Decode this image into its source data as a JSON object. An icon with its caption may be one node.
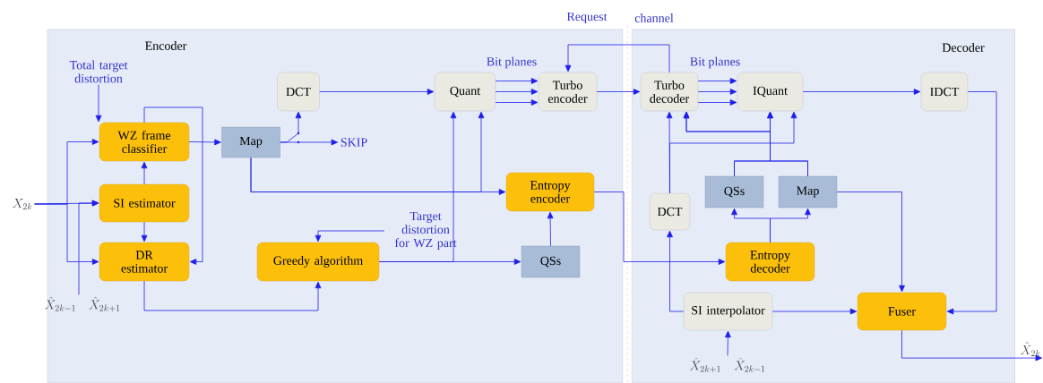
{
  "diagram": {
    "nodes": [
      {
        "text": [
          "Encoder"
        ]
      },
      {
        "text": [
          "Decoder"
        ]
      },
      {
        "text": [
          "WZ frame classifier"
        ],
        "in": 0
      },
      {
        "text": [
          "SI estimator"
        ],
        "in": 0
      },
      {
        "text": [
          "DR estimator"
        ],
        "in": 0
      },
      {
        "text": [
          "Map"
        ],
        "in": 0
      },
      {
        "text": [
          "DCT"
        ],
        "in": 0
      },
      {
        "text": [
          "Quant"
        ],
        "in": 0
      },
      {
        "text": [
          "Turbo encoder"
        ],
        "in": 0
      },
      {
        "text": [
          "Entropy encoder"
        ],
        "in": 0
      },
      {
        "text": [
          "Greedy algorithm"
        ],
        "in": 0
      },
      {
        "text": [
          "QSs"
        ],
        "in": 0
      },
      {
        "text": [
          "Turbo decoder"
        ],
        "in": 1
      },
      {
        "text": [
          "IQuant"
        ],
        "in": 1
      },
      {
        "text": [
          "IDCT"
        ],
        "in": 1
      },
      {
        "text": [
          "QSs"
        ],
        "in": 1
      },
      {
        "text": [
          "Map"
        ],
        "in": 1
      },
      {
        "text": [
          "DCT"
        ],
        "in": 1
      },
      {
        "text": [
          "Entropy decoder"
        ],
        "in": 1
      },
      {
        "text": [
          "SI interpolator"
        ],
        "in": 1
      },
      {
        "text": [
          "Fuser"
        ],
        "in": 1
      },
      {
        "text": [
          "Total target distortion"
        ],
        "in": 0
      },
      {
        "text": [
          "X_{2k}"
        ]
      },
      {
        "text": [
          "\\hat{X}_{2k-1}",
          "\\hat{X}_{2k+1}"
        ],
        "in": 0
      },
      {
        "text": [
          "SKIP"
        ],
        "in": 0
      },
      {
        "text": [
          "Target distortion for WZ part"
        ],
        "in": 0
      },
      {
        "text": [
          "\\hat{X}_{2k}"
        ]
      },
      {
        "text": [
          "\\hat{X}_{2k+1}",
          "\\hat{X}_{2k-1}"
        ],
        "in": 1
      }
    ],
    "edges": [
      {
        "from": 21,
        "to": 2,
        "arrow": "to"
      },
      {
        "from": 22,
        "to": 3,
        "arrow": "to"
      },
      {
        "from": 22,
        "to": 2,
        "arrow": "to"
      },
      {
        "from": 22,
        "to": 4,
        "arrow": "to"
      },
      {
        "from": 23,
        "to": 3,
        "arrow": "to"
      },
      {
        "from": 3,
        "to": 2,
        "arrow": "to"
      },
      {
        "from": 3,
        "to": 4,
        "arrow": "to"
      },
      {
        "from": 2,
        "to": 4,
        "arrow": "to"
      },
      {
        "from": 2,
        "to": 5,
        "arrow": "to"
      },
      {
        "from": 5,
        "to": 6,
        "arrow": "to"
      },
      {
        "from": 5,
        "to": 24,
        "arrow": "to"
      },
      {
        "from": 6,
        "to": 7,
        "arrow": "to"
      },
      {
        "from": 7,
        "to": 8,
        "arrow": "to"
      },
      {
        "from": 7,
        "to": 8,
        "arrow": "to"
      },
      {
        "from": 7,
        "to": 8,
        "arrow": "to"
      },
      {
        "from": 5,
        "to": 9,
        "arrow": "to"
      },
      {
        "from": 5,
        "to": 7,
        "arrow": "to"
      },
      {
        "from": 10,
        "to": 11,
        "arrow": "to"
      },
      {
        "from": 10,
        "to": 7,
        "arrow": "to"
      },
      {
        "from": 4,
        "to": 10,
        "arrow": "to"
      },
      {
        "from": 25,
        "to": 10,
        "arrow": "to"
      },
      {
        "from": 11,
        "to": 9,
        "arrow": "to"
      },
      {
        "from": 8,
        "to": 12,
        "arrow": "to"
      },
      {
        "from": 12,
        "to": 8,
        "arrow": "to"
      },
      {
        "from": 9,
        "to": 18,
        "arrow": "to"
      },
      {
        "from": 12,
        "to": 13,
        "arrow": "to"
      },
      {
        "from": 12,
        "to": 13,
        "arrow": "to"
      },
      {
        "from": 12,
        "to": 13,
        "arrow": "to"
      },
      {
        "from": 13,
        "to": 14,
        "arrow": "to"
      },
      {
        "from": 14,
        "to": 20,
        "arrow": "to"
      },
      {
        "from": 16,
        "to": 20,
        "arrow": "to"
      },
      {
        "from": 18,
        "to": 15,
        "arrow": "to"
      },
      {
        "from": 18,
        "to": 16,
        "arrow": "to"
      },
      {
        "from": 15,
        "to": 13,
        "arrow": "to"
      },
      {
        "from": 16,
        "to": 13,
        "arrow": "to"
      },
      {
        "from": 17,
        "to": 12,
        "arrow": "to"
      },
      {
        "from": 17,
        "to": 13,
        "arrow": "to"
      },
      {
        "from": 15,
        "to": 12,
        "arrow": "to"
      },
      {
        "from": 16,
        "to": 12,
        "arrow": "to"
      },
      {
        "from": 19,
        "to": 17,
        "arrow": "to"
      },
      {
        "from": 19,
        "to": 20,
        "arrow": "to"
      },
      {
        "from": 27,
        "to": 19,
        "arrow": "to"
      },
      {
        "from": 20,
        "to": 26,
        "arrow": "to"
      }
    ],
    "labels": [
      "Request",
      "channel",
      "Bit planes",
      "Bit planes"
    ]
  }
}
